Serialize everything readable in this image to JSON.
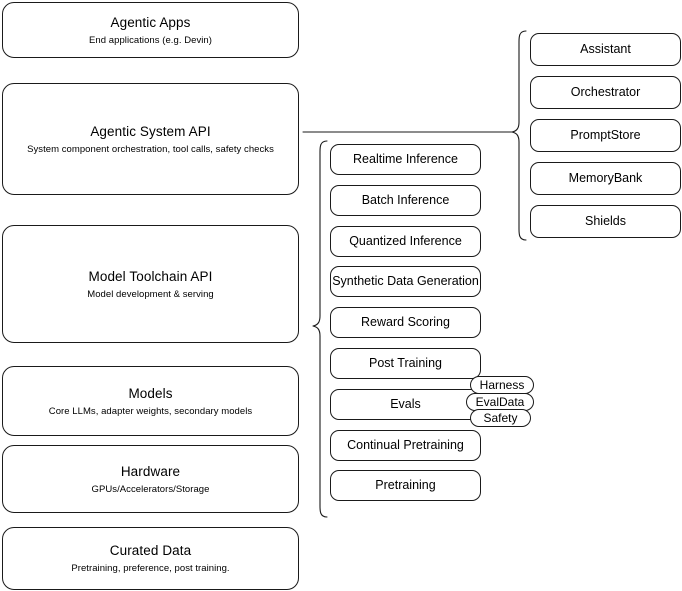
{
  "diagram": {
    "layers": [
      {
        "id": "agentic-apps",
        "title": "Agentic Apps",
        "subtitle": "End applications (e.g. Devin)"
      },
      {
        "id": "agentic-system-api",
        "title": "Agentic System API",
        "subtitle": "System component orchestration, tool calls, safety checks"
      },
      {
        "id": "model-toolchain-api",
        "title": "Model Toolchain API",
        "subtitle": "Model development & serving"
      },
      {
        "id": "models",
        "title": "Models",
        "subtitle": "Core LLMs, adapter weights, secondary models"
      },
      {
        "id": "hardware",
        "title": "Hardware",
        "subtitle": "GPUs/Accelerators/Storage"
      },
      {
        "id": "curated-data",
        "title": "Curated Data",
        "subtitle": "Pretraining, preference, post training."
      }
    ],
    "toolchain_capabilities": [
      {
        "id": "realtime-inference",
        "label": "Realtime Inference"
      },
      {
        "id": "batch-inference",
        "label": "Batch Inference"
      },
      {
        "id": "quantized-inference",
        "label": "Quantized Inference"
      },
      {
        "id": "synthetic-data-generation",
        "label": "Synthetic Data Generation"
      },
      {
        "id": "reward-scoring",
        "label": "Reward Scoring"
      },
      {
        "id": "post-training",
        "label": "Post Training"
      },
      {
        "id": "evals",
        "label": "Evals"
      },
      {
        "id": "continual-pretraining",
        "label": "Continual Pretraining"
      },
      {
        "id": "pretraining",
        "label": "Pretraining"
      }
    ],
    "system_components": [
      {
        "id": "assistant",
        "label": "Assistant"
      },
      {
        "id": "orchestrator",
        "label": "Orchestrator"
      },
      {
        "id": "promptstore",
        "label": "PromptStore"
      },
      {
        "id": "memorybank",
        "label": "MemoryBank"
      },
      {
        "id": "shields",
        "label": "Shields"
      }
    ],
    "eval_badges": [
      {
        "id": "harness",
        "label": "Harness"
      },
      {
        "id": "evaldata",
        "label": "EvalData"
      },
      {
        "id": "safety",
        "label": "Safety"
      }
    ],
    "colors": {
      "stroke": "#1a1a1a",
      "background": "#ffffff",
      "text": "#000000"
    }
  }
}
